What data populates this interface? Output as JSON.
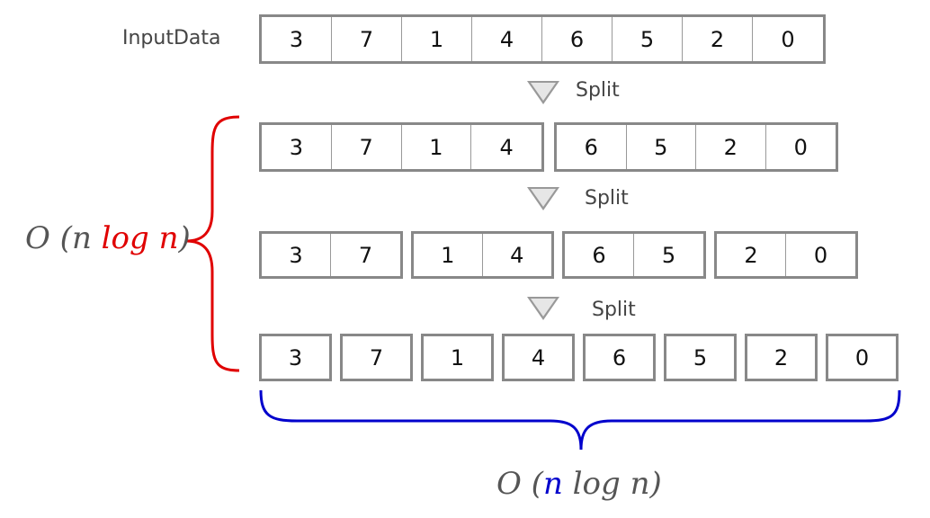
{
  "input_label": "InputData",
  "split_label": "Split",
  "levels": [
    [
      [
        3,
        7,
        1,
        4,
        6,
        5,
        2,
        0
      ]
    ],
    [
      [
        3,
        7,
        1,
        4
      ],
      [
        6,
        5,
        2,
        0
      ]
    ],
    [
      [
        3,
        7
      ],
      [
        1,
        4
      ],
      [
        6,
        5
      ],
      [
        2,
        0
      ]
    ],
    [
      [
        3
      ],
      [
        7
      ],
      [
        1
      ],
      [
        4
      ],
      [
        6
      ],
      [
        5
      ],
      [
        2
      ],
      [
        0
      ]
    ]
  ],
  "left_complexity": {
    "open": "O (",
    "n1": "n",
    "log": "log",
    "n2": "n",
    "close": ")"
  },
  "bottom_complexity": {
    "open": "O (",
    "n1": "n",
    "log": "log",
    "n2": "n",
    "close": ")"
  },
  "colors": {
    "left_brace": "#e00000",
    "bottom_brace": "#0000cc",
    "box_border": "#888888"
  }
}
